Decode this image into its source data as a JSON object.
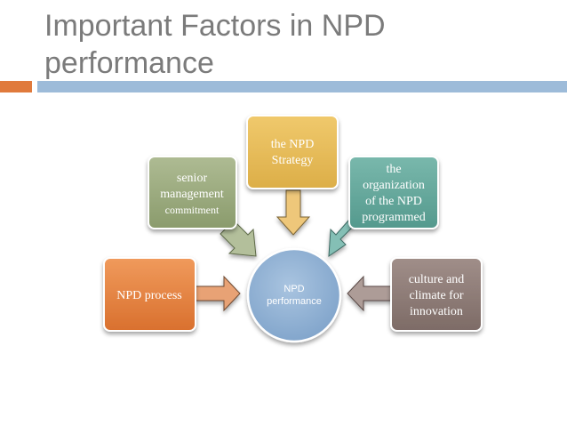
{
  "slide": {
    "title_line1": "Important Factors in NPD",
    "title_line2": "performance"
  },
  "diagram": {
    "center": {
      "line1": "NPD",
      "line2": "performance",
      "color": "#8fb0d3"
    },
    "nodes": {
      "npd_process": {
        "line1": "NPD process",
        "color": "#e07a3c"
      },
      "senior_management": {
        "line1": "senior",
        "line2": "management",
        "line3": "commitment",
        "color": "#9aaa7d"
      },
      "npd_strategy": {
        "line1": "the NPD",
        "line2": "Strategy",
        "color": "#e7bb59"
      },
      "organization": {
        "line1": "the",
        "line2": "organization",
        "line3": "of the NPD",
        "line4": "programmed",
        "color": "#62a79b"
      },
      "culture": {
        "line1": "culture and",
        "line2": "climate for",
        "line3": "innovation",
        "color": "#8c7a75"
      }
    }
  }
}
